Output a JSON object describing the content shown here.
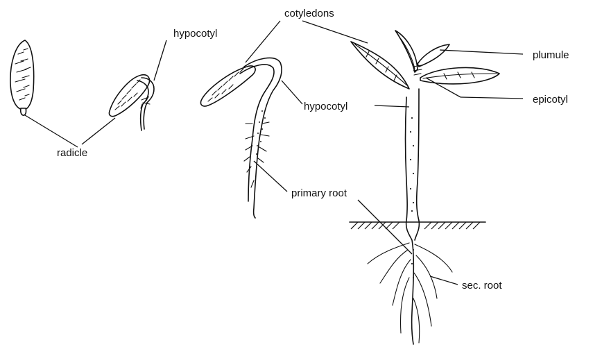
{
  "labels": {
    "radicle": "radicle",
    "hypocotyl_stage2": "hypocotyl",
    "cotyledons": "cotyledons",
    "hypocotyl_stage3": "hypocotyl",
    "primary_root": "primary root",
    "plumule": "plumule",
    "epicotyl": "epicotyl",
    "sec_root": "sec. root"
  },
  "colors": {
    "ink": "#111111",
    "background": "#ffffff"
  }
}
